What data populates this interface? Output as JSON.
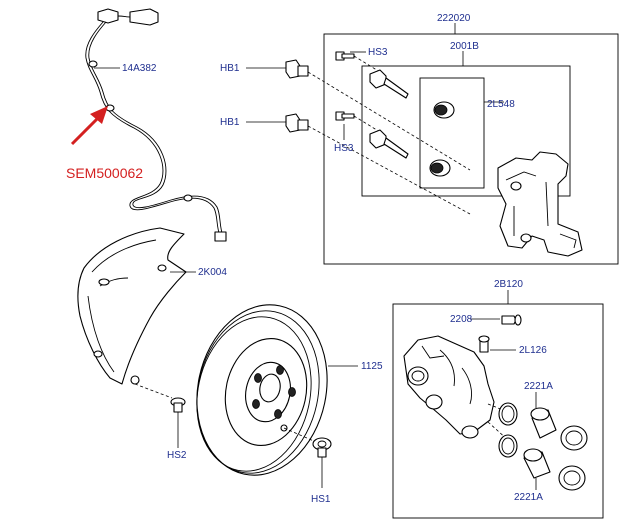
{
  "callout": {
    "text": "SEM500062",
    "color": "#d42020"
  },
  "labels": {
    "sensor": "14A382",
    "hb1_top": "HB1",
    "hb1_bottom": "HB1",
    "hs3_top": "HS3",
    "hs3_bottom": "HS3",
    "carrier_assy": "222020",
    "guide_kit": "2001B",
    "bushing": "2L548",
    "shield": "2K004",
    "disc": "1125",
    "hs2": "HS2",
    "hs1": "HS1",
    "caliper_assy": "2B120",
    "bleed_screw": "2208",
    "bleed_cap": "2L126",
    "piston_top": "2221A",
    "piston_bottom": "2221A"
  },
  "colors": {
    "label_text": "#1f2f8f",
    "line": "#000000",
    "background": "#ffffff"
  }
}
